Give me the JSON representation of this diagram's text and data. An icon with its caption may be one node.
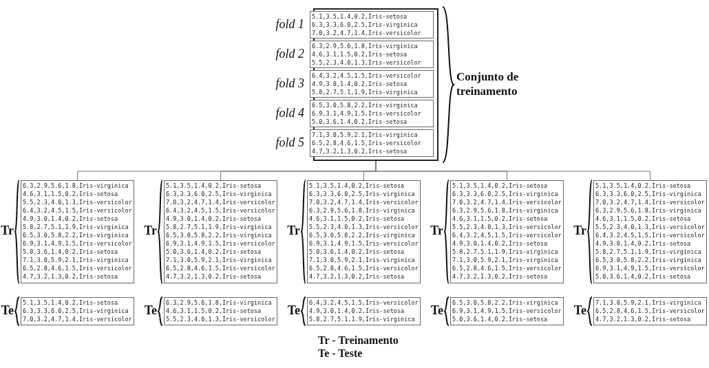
{
  "diagram": {
    "nodes": [
      {
        "text": [],
        "shape": "box",
        "beside": [
          "Conjunto de treinamento"
        ]
      },
      {
        "text": [
          "5.1,3.5,1.4,0.2,Iris-setosa",
          "6.3,3.3,6.0,2.5,Iris-virginica",
          "7.0,3.2,4.7,1.4,Iris-versicolor"
        ],
        "in": 0,
        "beside": [
          "fold 1"
        ]
      },
      {
        "text": [
          "6.3,2.9,5.6,1.8,Iris-virginica",
          "4.6,3.1,1.5,0.2,Iris-setosa",
          "5.5,2.3,4.0,1.3,Iris-versicolor"
        ],
        "in": 0,
        "beside": [
          "fold 2"
        ]
      },
      {
        "text": [
          "6.4,3.2,4.5,1.5,Iris-versicolor",
          "4.9,3.0,1.4,0.2,Iris-setosa",
          "5.8,2.7,5.1,1.9,Iris-virginica"
        ],
        "in": 0,
        "beside": [
          "fold 3"
        ]
      },
      {
        "text": [
          "6.5,3.0,5.8,2.2,Iris-virginica",
          "6.9,3.1,4.9,1.5,Iris-versicolor",
          "5.0,3.6,1.4,0.2,Iris-setosa"
        ],
        "in": 0,
        "beside": [
          "fold 4"
        ]
      },
      {
        "text": [
          "7.1,3.0,5.9,2.1,Iris-virginica",
          "6.5,2.8,4.6,1.5,Iris-versicolor",
          "4.7,3.2,1.3,0.2,Iris-setosa"
        ],
        "in": 0,
        "beside": [
          "fold 5"
        ]
      },
      {
        "text": [
          "6.3,2.9,5.6,1.8,Iris-virginica",
          "4.6,3.1,1.5,0.2,Iris-setosa",
          "5.5,2.3,4.0,1.3,Iris-versicolor",
          "6.4,3.2,4.5,1.5,Iris-versicolor",
          "4.9,3.0,1.4,0.2,Iris-setosa",
          "5.8,2.7,5.1,1.9,Iris-virginica",
          "6.5,3.0,5.8,2.2,Iris-virginica",
          "6.9,3.1,4.9,1.5,Iris-versicolor",
          "5.0,3.6,1.4,0.2,Iris-setosa",
          "7.1,3.0,5.9,2.1,Iris-virginica",
          "6.5,2.8,4.6,1.5,Iris-versicolor",
          "4.7,3.2,1.3,0.2,Iris-setosa"
        ],
        "beside": [
          "Tr"
        ]
      },
      {
        "text": [
          "5.1,3.5,1.4,0.2,Iris-setosa",
          "6.3,3.3,6.0,2.5,Iris-virginica",
          "7.0,3.2,4.7,1.4,Iris-versicolor",
          "6.4,3.2,4.5,1.5,Iris-versicolor",
          "4.9,3.0,1.4,0.2,Iris-setosa",
          "5.8,2.7,5.1,1.9,Iris-virginica",
          "6.5,3.0,5.8,2.2,Iris-virginica",
          "6.9,3.1,4.9,1.5,Iris-versicolor",
          "5.0,3.6,1.4,0.2,Iris-setosa",
          "7.1,3.0,5.9,2.1,Iris-virginica",
          "6.5,2.8,4.6,1.5,Iris-versicolor",
          "4.7,3.2,1.3,0.2,Iris-setosa"
        ],
        "beside": [
          "Tr"
        ]
      },
      {
        "text": [
          "5.1,3.5,1.4,0.2,Iris-setosa",
          "6.3,3.3,6.0,2.5,Iris-virginica",
          "7.0,3.2,4.7,1.4,Iris-versicolor",
          "6.3,2.9,5.6,1.8,Iris-virginica",
          "4.6,3.1,1.5,0.2,Iris-setosa",
          "5.5,2.3,4.0,1.3,Iris-versicolor",
          "6.5,3.0,5.8,2.2,Iris-virginica",
          "6.9,3.1,4.9,1.5,Iris-versicolor",
          "5.0,3.6,1.4,0.2,Iris-setosa",
          "7.1,3.0,5.9,2.1,Iris-virginica",
          "6.5,2.8,4.6,1.5,Iris-versicolor",
          "4.7,3.2,1.3,0.2,Iris-setosa"
        ],
        "beside": [
          "Tr"
        ]
      },
      {
        "text": [
          "5.1,3.5,1.4,0.2,Iris-setosa",
          "6.3,3.3,6.0,2.5,Iris-virginica",
          "7.0,3.2,4.7,1.4,Iris-versicolor",
          "6.3,2.9,5.6,1.8,Iris-virginica",
          "4.6,3.1,1.5,0.2,Iris-setosa",
          "5.5,2.3,4.0,1.3,Iris-versicolor",
          "6.4,3.2,4.5,1.5,Iris-versicolor",
          "4.9,3.0,1.4,0.2,Iris-setosa",
          "5.8,2.7,5.1,1.9,Iris-virginica",
          "7.1,3.0,5.9,2.1,Iris-virginica",
          "6.5,2.8,4.6,1.5,Iris-versicolor",
          "4.7,3.2,1.3,0.2,Iris-setosa"
        ],
        "beside": [
          "Tr"
        ]
      },
      {
        "text": [
          "5.1,3.5,1.4,0.2,Iris-setosa",
          "6.3,3.3,6.0,2.5,Iris-virginica",
          "7.0,3.2,4.7,1.4,Iris-versicolor",
          "6.3,2.9,5.6,1.8,Iris-virginica",
          "4.6,3.1,1.5,0.2,Iris-setosa",
          "5.5,2.3,4.0,1.3,Iris-versicolor",
          "6.4,3.2,4.5,1.5,Iris-versicolor",
          "4.9,3.0,1.4,0.2,Iris-setosa",
          "5.8,2.7,5.1,1.9,Iris-virginica",
          "6.5,3.0,5.8,2.2,Iris-virginica",
          "6.9,3.1,4.9,1.5,Iris-versicolor",
          "5.0,3.6,1.4,0.2,Iris-setosa"
        ],
        "beside": [
          "Tr"
        ]
      },
      {
        "text": [
          "5.1,3.5,1.4,0.2,Iris-setosa",
          "6.3,3.3,6.0,2.5,Iris-virginica",
          "7.0,3.2,4.7,1.4,Iris-versicolor"
        ],
        "beside": [
          "Te"
        ]
      },
      {
        "text": [
          "6.3,2.9,5.6,1.8,Iris-virginica",
          "4.6,3.1,1.5,0.2,Iris-setosa",
          "5.5,2.3,4.0,1.3,Iris-versicolor"
        ],
        "beside": [
          "Te"
        ]
      },
      {
        "text": [
          "6.4,3.2,4.5,1.5,Iris-versicolor",
          "4.9,3.0,1.4,0.2,Iris-setosa",
          "5.8,2.7,5.1,1.9,Iris-virginica"
        ],
        "beside": [
          "Te"
        ]
      },
      {
        "text": [
          "6.5,3.0,5.8,2.2,Iris-virginica",
          "6.9,3.1,4.9,1.5,Iris-versicolor",
          "5.0,3.6,1.4,0.2,Iris-setosa"
        ],
        "beside": [
          "Te"
        ]
      },
      {
        "text": [
          "7.1,3.0,5.9,2.1,Iris-virginica",
          "6.5,2.8,4.6,1.5,Iris-versicolor",
          "4.7,3.2,1.3,0.2,Iris-setosa"
        ],
        "beside": [
          "Te"
        ]
      }
    ],
    "edges": [
      {
        "from": 0,
        "to": 6,
        "arrow": "none"
      },
      {
        "from": 0,
        "to": 7,
        "arrow": "none"
      },
      {
        "from": 0,
        "to": 8,
        "arrow": "none"
      },
      {
        "from": 0,
        "to": 9,
        "arrow": "none"
      },
      {
        "from": 0,
        "to": 10,
        "arrow": "none"
      }
    ],
    "labels": [
      "Tr - Treinamento",
      "Te - Teste"
    ]
  }
}
